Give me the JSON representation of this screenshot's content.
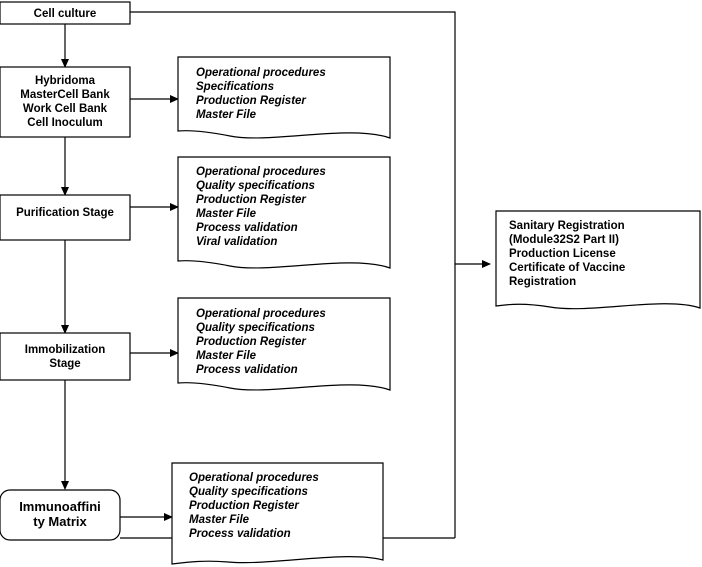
{
  "process_boxes": {
    "cell_culture": [
      "Cell culture"
    ],
    "hybridoma": [
      "Hybridoma",
      "MasterCell Bank",
      "Work Cell Bank",
      "Cell Inoculum"
    ],
    "purification": [
      "Purification Stage"
    ],
    "immobilization": [
      "Immobilization",
      "Stage"
    ],
    "immunoaffinity": [
      "Immunoaffini",
      "ty Matrix"
    ]
  },
  "documents": {
    "doc1": [
      "Operational procedures",
      "Specifications",
      "Production Register",
      "Master File"
    ],
    "doc2": [
      "Operational procedures",
      "Quality specifications",
      "Production Register",
      "Master File",
      "Process validation",
      "Viral validation"
    ],
    "doc3": [
      "Operational procedures",
      "Quality specifications",
      "Production Register",
      "Master File",
      "Process validation"
    ],
    "doc4": [
      "Operational procedures",
      "Quality specifications",
      "Production Register",
      "Master File",
      "Process validation"
    ],
    "registration": [
      "Sanitary Registration",
      "(Module32S2 Part II)",
      "Production License",
      "Certificate of Vaccine",
      "Registration"
    ]
  }
}
